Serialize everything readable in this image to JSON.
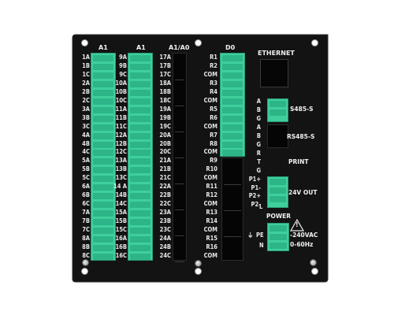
{
  "headers": {
    "col1": "A1",
    "col2": "A1",
    "col3": "A1/A0",
    "col4": "D0",
    "col5": "ETHERNET"
  },
  "col1_labels": [
    "1A",
    "1B",
    "1C",
    "2A",
    "2B",
    "2C",
    "3A",
    "3B",
    "3C",
    "4A",
    "4B",
    "4C",
    "5A",
    "5B",
    "5C",
    "6A",
    "6B",
    "6C",
    "7A",
    "7B",
    "7C",
    "8A",
    "8B",
    "8C"
  ],
  "col2_labels": [
    "9A",
    "9B",
    "9C",
    "10A",
    "10B",
    "10C",
    "11A",
    "11B",
    "11C",
    "12A",
    "12B",
    "12C",
    "13A",
    "13B",
    "13C",
    "14 A",
    "14B",
    "14C",
    "15A",
    "15B",
    "15C",
    "16A",
    "16B",
    "16C"
  ],
  "col3_labels": [
    "17A",
    "17B",
    "17C",
    "18A",
    "18B",
    "18C",
    "19A",
    "19B",
    "19C",
    "20A",
    "20B",
    "20C",
    "21A",
    "21B",
    "21C",
    "22A",
    "22B",
    "22C",
    "23A",
    "23B",
    "23C",
    "24A",
    "24B",
    "24C"
  ],
  "col4_labels": [
    "R1",
    "R2",
    "COM",
    "R3",
    "R4",
    "COM",
    "R5",
    "R6",
    "COM",
    "R7",
    "R8",
    "COM",
    "R9",
    "R10",
    "COM",
    "R11",
    "R12",
    "COM",
    "R13",
    "R14",
    "COM",
    "R15",
    "R16",
    "COM"
  ],
  "rs485_labels": [
    "A",
    "B",
    "G",
    "A",
    "B",
    "G",
    "R",
    "T",
    "G",
    "P1+",
    "P1-",
    "P2+",
    "P2-"
  ],
  "power_labels": [
    "L",
    "PE",
    "N"
  ],
  "pe_symbol": "⏚",
  "sections": {
    "rs485_1": "S485-S",
    "rs485_2": "RS485-S",
    "print": "PRINT",
    "v24": "24V OUT",
    "power": "POWER",
    "voltage": "-240VAC",
    "freq": "0-60Hz",
    "warning": "!"
  },
  "colors": {
    "panel": "#141414",
    "terminal": "#3fcf9c",
    "text": "#e8e8e8"
  }
}
